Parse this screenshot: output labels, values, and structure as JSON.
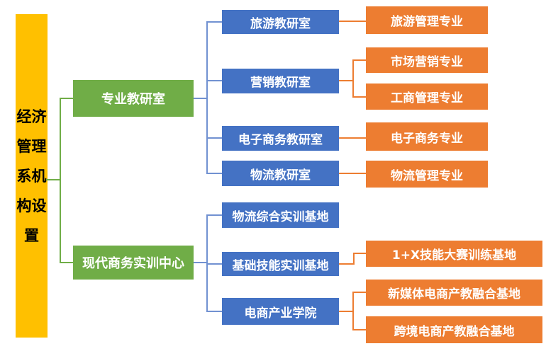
{
  "title": "经济管理系机构设置",
  "colors": {
    "root_fill": "#FFC000",
    "root_text": "#000000",
    "level2_fill": "#70AD47",
    "level3_fill": "#4472C4",
    "level4_fill": "#ED7D31",
    "node_text": "#FFFFFF",
    "connector_root": "#70AD47",
    "connector_department": "#7191D1",
    "connector_major": "#ED7D31"
  },
  "tree": {
    "root": {
      "label": "经济管理系机构设置"
    },
    "departments": [
      {
        "label": "专业教研室",
        "offices": [
          {
            "label": "旅游教研室",
            "majors": [
              "旅游管理专业"
            ]
          },
          {
            "label": "营销教研室",
            "majors": [
              "市场营销专业",
              "工商管理专业"
            ]
          },
          {
            "label": "电子商务教研室",
            "majors": [
              "电子商务专业"
            ]
          },
          {
            "label": "物流教研室",
            "majors": [
              "物流管理专业"
            ]
          }
        ]
      },
      {
        "label": "现代商务实训中心",
        "offices": [
          {
            "label": "物流综合实训基地",
            "majors": []
          },
          {
            "label": "基础技能实训基地",
            "majors": [
              "1+X技能大赛训练基地"
            ]
          },
          {
            "label": "电商产业学院",
            "majors": [
              "新媒体电商产教融合基地",
              "跨境电商产教融合基地"
            ]
          }
        ]
      }
    ]
  }
}
